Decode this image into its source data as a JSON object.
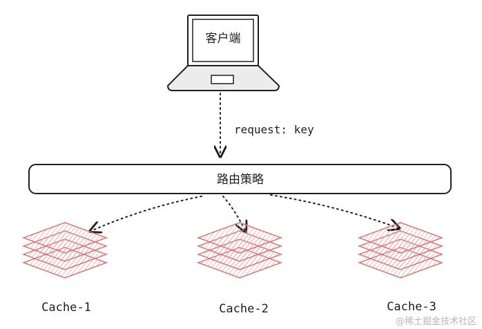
{
  "client": {
    "label": "客户端",
    "icon": "laptop-icon"
  },
  "request_label": "request: key",
  "router": {
    "label": "路由策略"
  },
  "caches": [
    {
      "label": "Cache-1",
      "icon": "cache-stack-icon"
    },
    {
      "label": "Cache-2",
      "icon": "cache-stack-icon"
    },
    {
      "label": "Cache-3",
      "icon": "cache-stack-icon"
    }
  ],
  "watermark": "@稀土掘金技术社区",
  "colors": {
    "stroke": "#1e1e1e",
    "laptop_fill": "#ececec",
    "cache_stroke": "#e06b6b",
    "cache_hatch": "#f4a9a9",
    "watermark": "#b7b7b7"
  }
}
